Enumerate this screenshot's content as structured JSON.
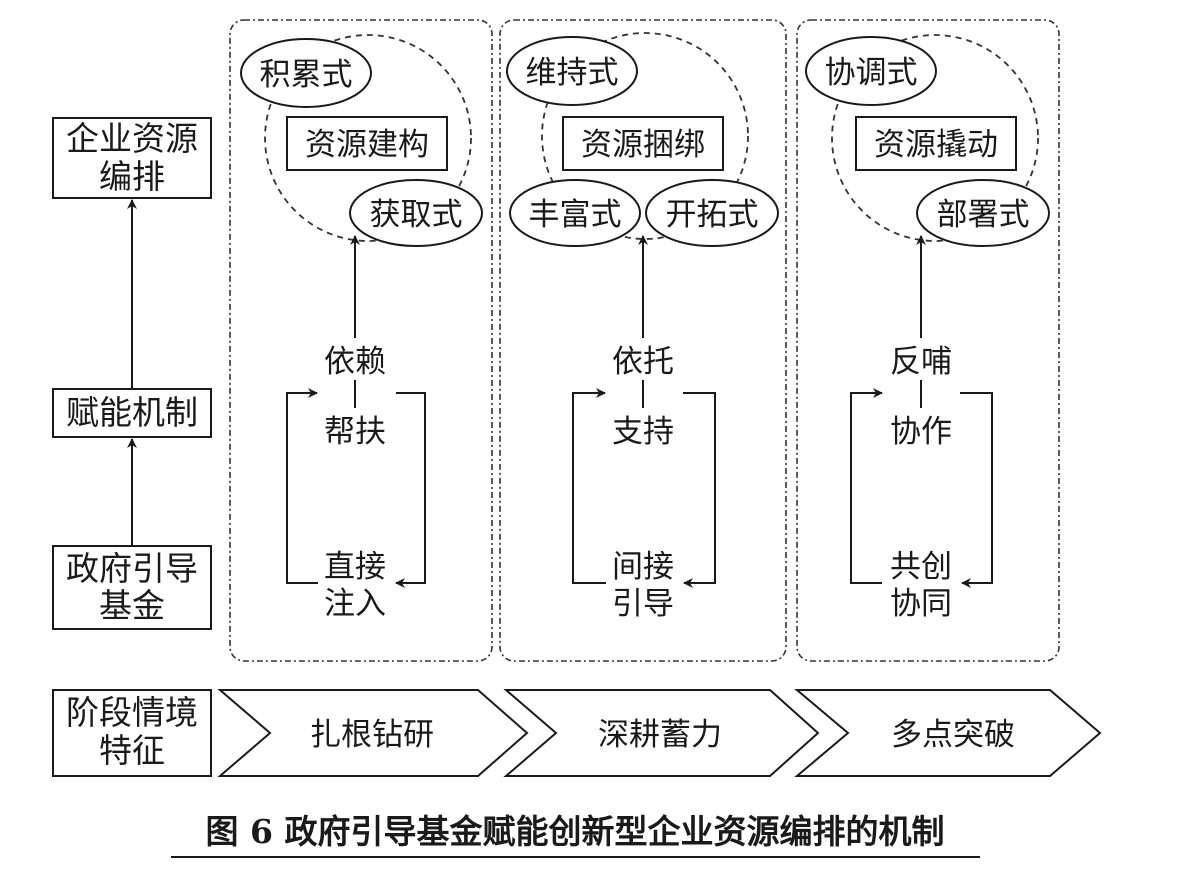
{
  "left_column": {
    "top_box": [
      "企业资源",
      "编排"
    ],
    "middle_box": "赋能机制",
    "bottom_box": [
      "政府引导",
      "基金"
    ],
    "stage_box": [
      "阶段情境",
      "特征"
    ]
  },
  "panels": [
    {
      "ellipse_a": "积累式",
      "core": "资源建构",
      "ellipse_b": "获取式",
      "node_top": "依赖",
      "node_mid": "帮扶",
      "node_bottom": [
        "直接",
        "注入"
      ]
    },
    {
      "ellipse_a": "维持式",
      "core": "资源捆绑",
      "ellipse_b": "丰富式",
      "ellipse_c": "开拓式",
      "node_top": "依托",
      "node_mid": "支持",
      "node_bottom": [
        "间接",
        "引导"
      ]
    },
    {
      "ellipse_a": "协调式",
      "core": "资源撬动",
      "ellipse_b": "部署式",
      "node_top": "反哺",
      "node_mid": "协作",
      "node_bottom": [
        "共创",
        "协同"
      ]
    }
  ],
  "stages": [
    "扎根钻研",
    "深耕蓄力",
    "多点突破"
  ],
  "caption": "图 6  政府引导基金赋能创新型企业资源编排的机制"
}
